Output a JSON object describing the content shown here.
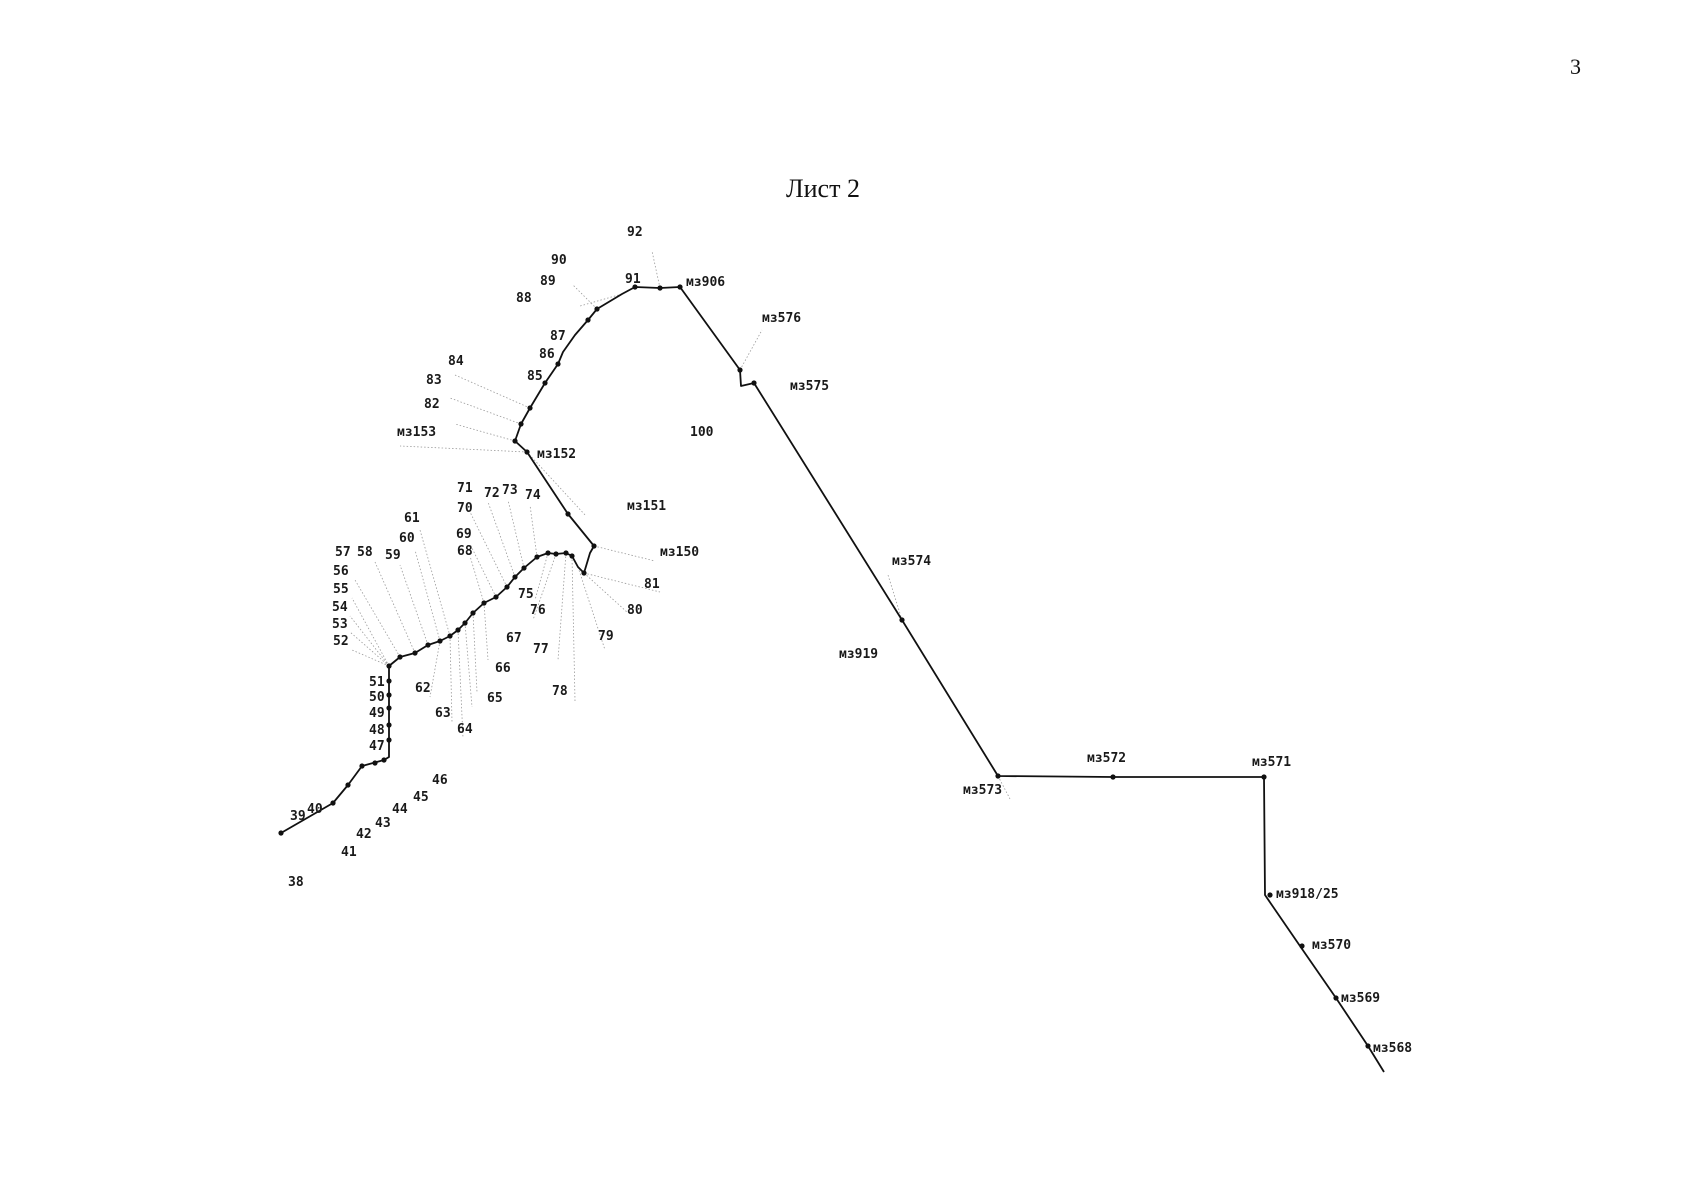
{
  "page": {
    "number": "3",
    "sheet_title": "Лист 2"
  },
  "diagram": {
    "parcel_label": "100",
    "point_labels": [
      "92",
      "91",
      "мз906",
      "90",
      "89",
      "88",
      "87",
      "86",
      "85",
      "84",
      "83",
      "82",
      "мз153",
      "мз152",
      "мз576",
      "мз575",
      "мз151",
      "мз150",
      "81",
      "80",
      "79",
      "78",
      "77",
      "76",
      "75",
      "74",
      "73",
      "72",
      "71",
      "70",
      "69",
      "68",
      "61",
      "60",
      "59",
      "58",
      "57",
      "56",
      "55",
      "54",
      "53",
      "52",
      "67",
      "66",
      "65",
      "64",
      "63",
      "62",
      "51",
      "50",
      "49",
      "48",
      "47",
      "46",
      "45",
      "44",
      "43",
      "42",
      "41",
      "40",
      "39",
      "38",
      "мз574",
      "мз919",
      "мз573",
      "мз572",
      "мз571",
      "мз918/25",
      "мз570",
      "мз569",
      "мз568"
    ]
  }
}
